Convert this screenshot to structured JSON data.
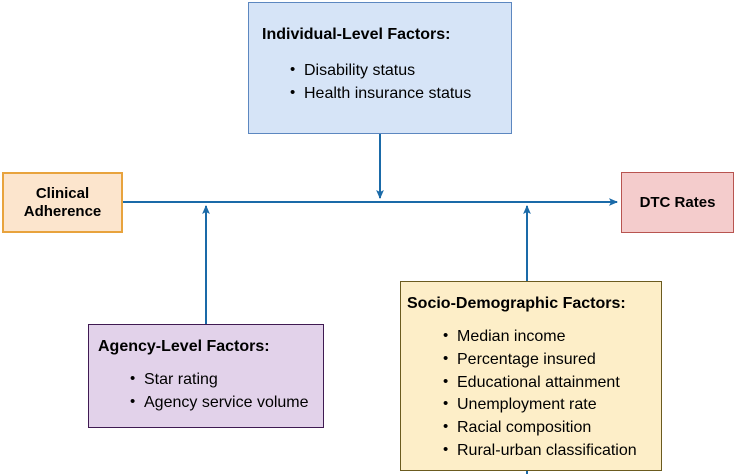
{
  "diagram": {
    "type": "conceptual-flow-diagram",
    "accent_arrow_color": "#1a6aa8",
    "nodes": {
      "individual": {
        "title": "Individual-Level Factors:",
        "items": [
          "Disability status",
          "Health insurance status"
        ],
        "fill": "#d6e4f7",
        "border": "#5c87c0"
      },
      "clinical": {
        "line1": "Clinical",
        "line2": "Adherence",
        "fill": "#fce5cd",
        "border": "#e8a33d"
      },
      "dtc": {
        "title": "DTC Rates",
        "fill": "#f4cccc",
        "border": "#b85450"
      },
      "agency": {
        "title": "Agency-Level Factors:",
        "items": [
          "Star rating",
          "Agency service volume"
        ],
        "fill": "#e2d2ea",
        "border": "#3f1a52"
      },
      "socio": {
        "title": "Socio-Demographic Factors:",
        "items": [
          "Median income",
          "Percentage insured",
          "Educational attainment",
          "Unemployment rate",
          "Racial composition",
          "Rural-urban classification"
        ],
        "fill": "#fdeec8",
        "border": "#6b5b1f"
      }
    },
    "edges": [
      {
        "from": "clinical",
        "to": "dtc",
        "direction": "right"
      },
      {
        "from": "individual",
        "to": "clinical-dtc-path",
        "direction": "down"
      },
      {
        "from": "agency",
        "to": "clinical-dtc-path",
        "direction": "up"
      },
      {
        "from": "socio",
        "to": "clinical-dtc-path",
        "direction": "up"
      }
    ]
  }
}
